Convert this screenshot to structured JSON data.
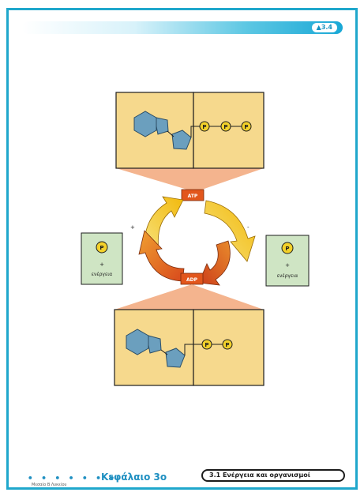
{
  "header": {
    "badge": "▲3.4"
  },
  "diagram": {
    "top_box": {
      "circles": [
        "P",
        "P",
        "P"
      ]
    },
    "bottom_box": {
      "circles": [
        "P",
        "P"
      ]
    },
    "atp_label": "ATP",
    "adp_label": "ADP",
    "left_side": {
      "circle": "P",
      "plus": "+",
      "energy": "ενέργεια",
      "sign": "+"
    },
    "right_side": {
      "circle": "P",
      "plus": "+",
      "energy": "ενέργεια",
      "sign": "-"
    }
  },
  "footer": {
    "dots": "• • • • • • •",
    "chapter": "Κεφάλαιο 3ο",
    "section": "3.1 Ενέργεια και οργανισμοί",
    "small": "Μεσαίο Β Λυκείου"
  },
  "colors": {
    "frame": "#1fa7cc",
    "box_fill": "#f6d98d",
    "side_box_fill": "#cfe5c4",
    "ribose": "#6b9fbe",
    "phosphate": "#f3d12a",
    "atp_block": "#e2561c",
    "arrow_yellow": "#f2c416",
    "arrow_orange": "#e4671f",
    "triangle": "#f4b48e"
  }
}
